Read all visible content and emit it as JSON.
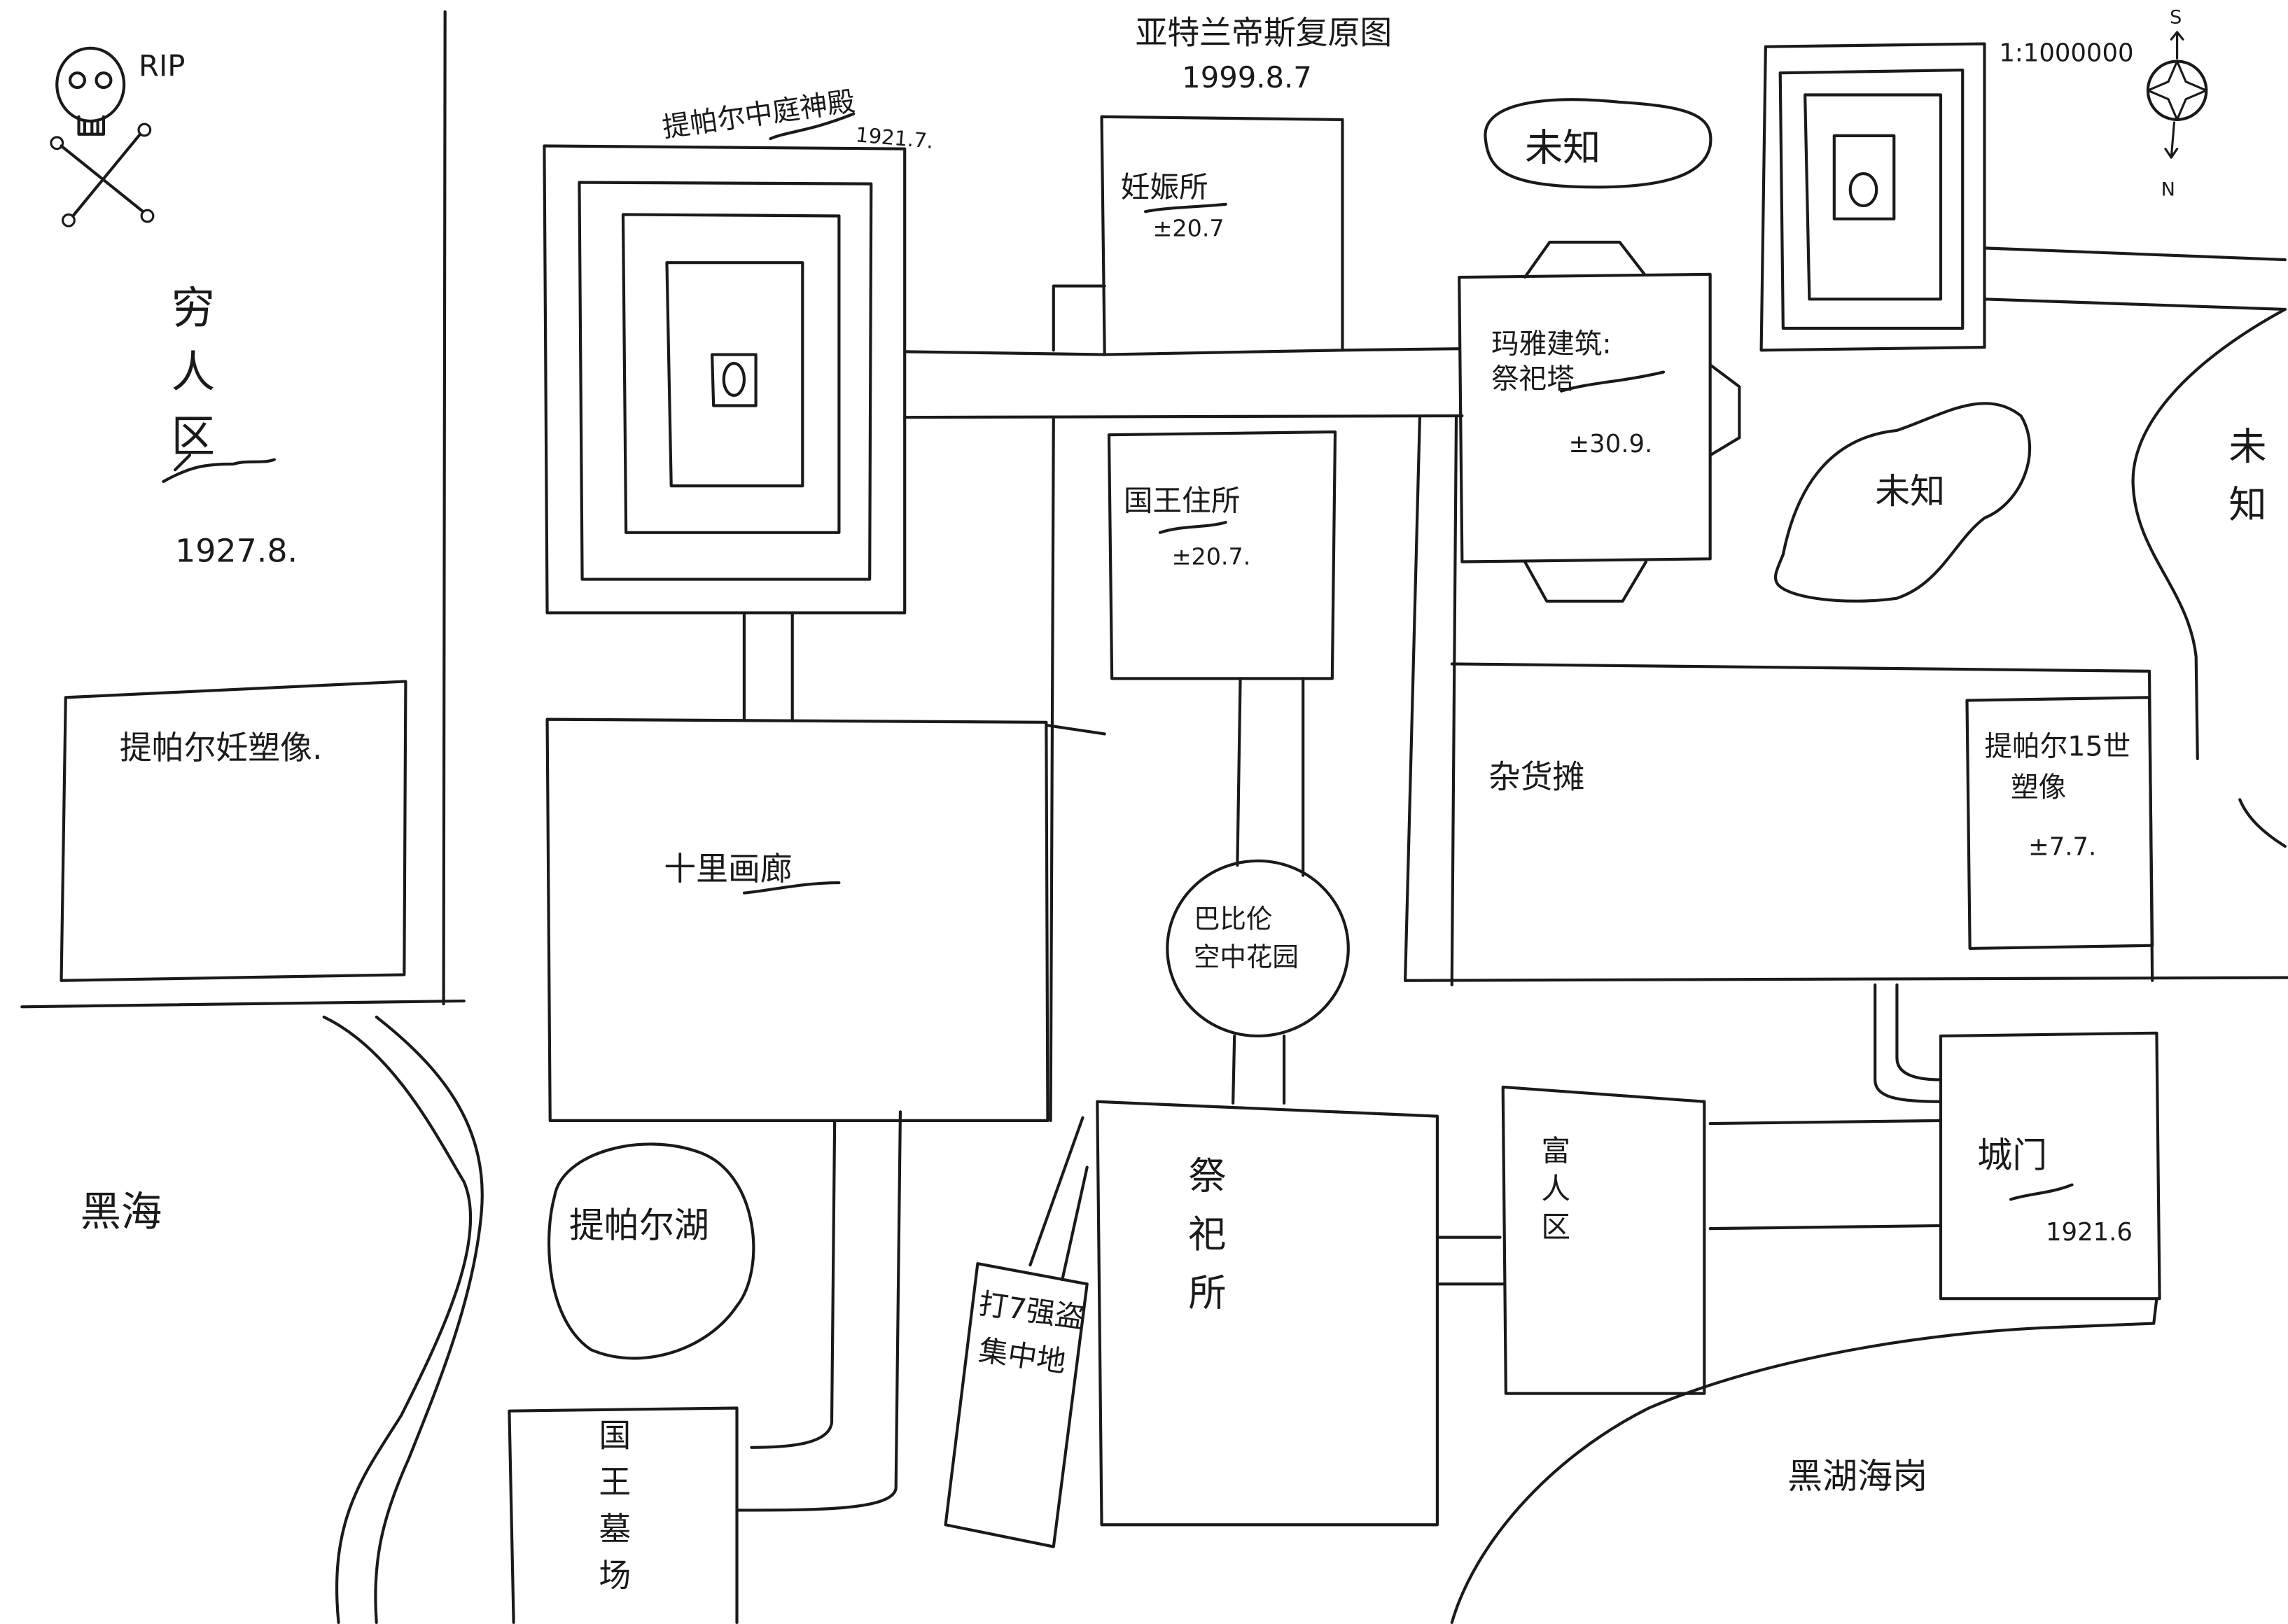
{
  "title": "亚特兰帝斯复原图",
  "title_date": "1999.8.7",
  "scale": "1:1000000",
  "compass": {
    "icon": "compass-icon",
    "south": "S",
    "north": "N"
  },
  "grave": {
    "icon": "skull-crossbones-icon",
    "label": "RIP"
  },
  "colors": {
    "ink": "#1a1a1a",
    "paper": "#ffffff"
  },
  "places": {
    "poor_district": {
      "name": "穷人区",
      "date": "1927.8."
    },
    "pregnancy_statue": {
      "name": "提帕尔妊塑像."
    },
    "black_sea": {
      "name": "黑海"
    },
    "atrium_temple": {
      "name": "提帕尔中庭神殿",
      "date": "1921.7."
    },
    "maternity_house": {
      "name": "妊娠所",
      "date": "±20.7"
    },
    "king_residence": {
      "name": "国王住所",
      "date": "±20.7."
    },
    "maya_building": {
      "name": "玛雅建筑:",
      "subtitle": "祭祀塔",
      "date": "±30.9."
    },
    "unknown_north": {
      "name": "未知"
    },
    "unknown_east_lake": {
      "name": "未知"
    },
    "unknown_east_edge": {
      "name": "未知"
    },
    "gallery": {
      "name": "十里画廊"
    },
    "hanging_gardens": {
      "line1": "巴比伦",
      "line2": "空中花园"
    },
    "bazaar": {
      "name": "杂货摊"
    },
    "statue_15th": {
      "line1": "提帕尔15世",
      "line2": "塑像",
      "date": "±7.7."
    },
    "lake": {
      "name": "提帕尔湖"
    },
    "royal_tomb": {
      "name": "国王墓场"
    },
    "robber_den": {
      "line1": "打7强盗",
      "line2": "集中地"
    },
    "altar": {
      "name": "祭祀所"
    },
    "rich_district": {
      "name": "富人区"
    },
    "city_gate": {
      "name": "城门",
      "date": "1921.6"
    },
    "coast": {
      "name": "黑湖海岗"
    }
  }
}
